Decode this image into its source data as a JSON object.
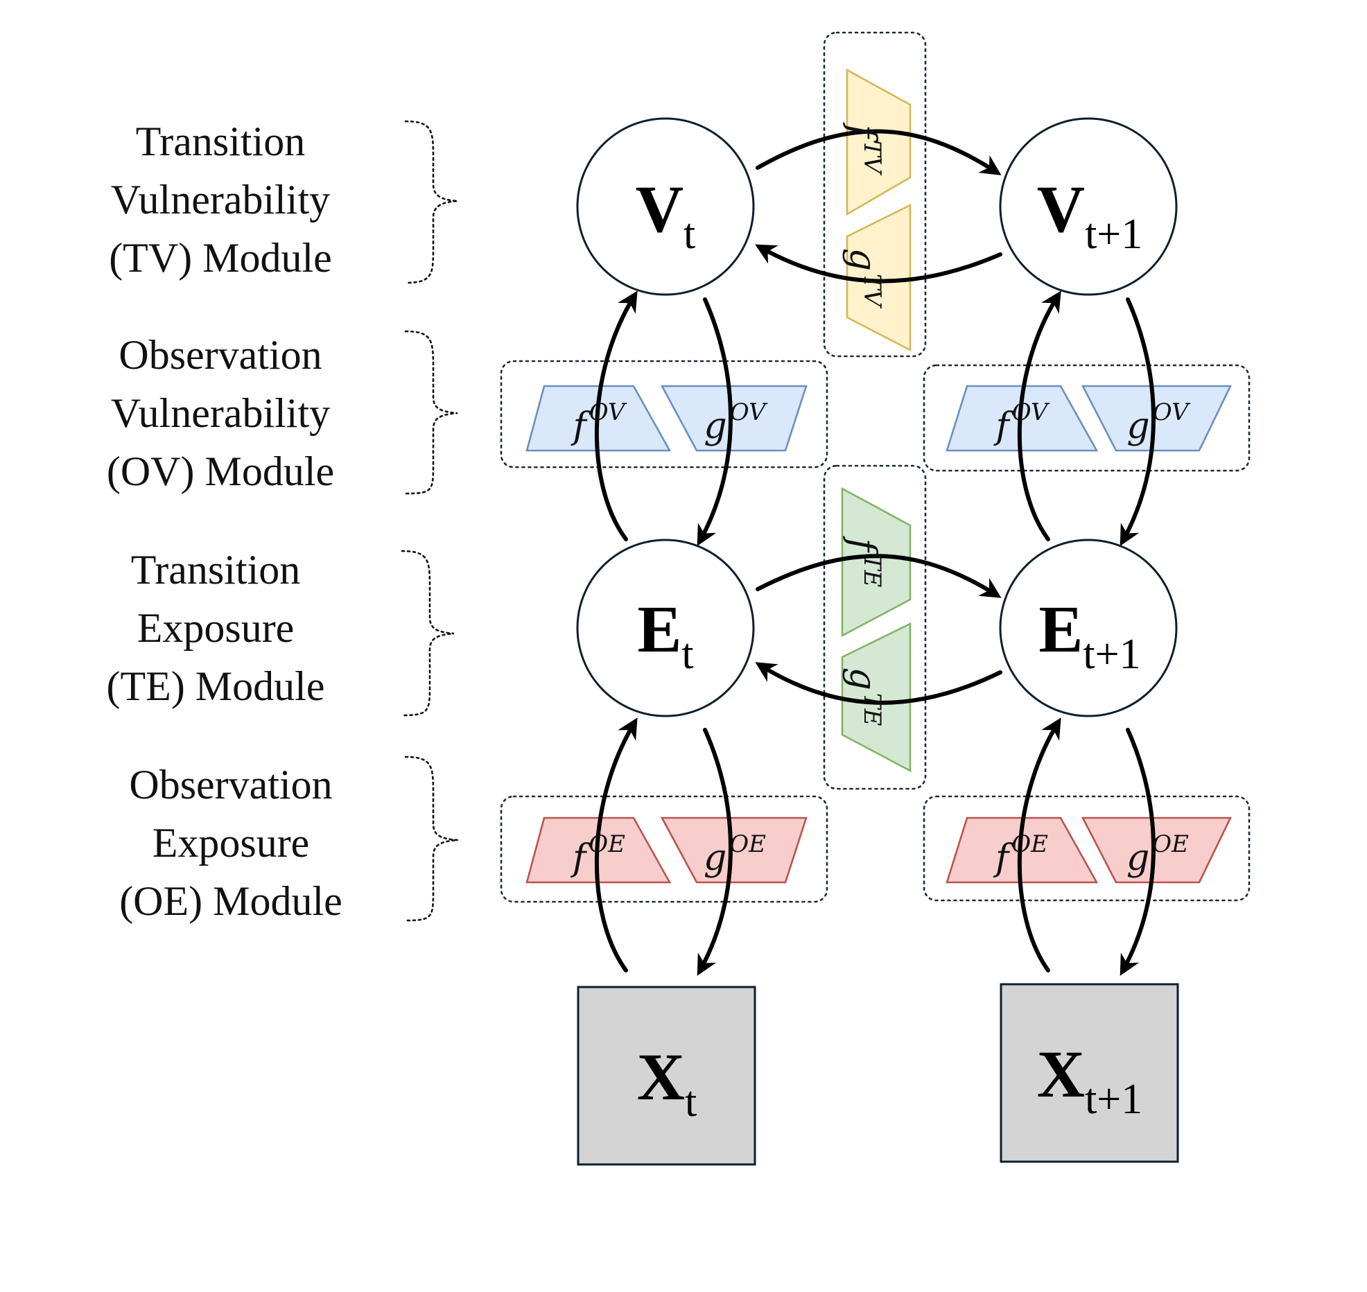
{
  "modules": [
    {
      "line1": "Transition",
      "line2": "Vulnerability",
      "line3": "(TV) Module"
    },
    {
      "line1": "Observation",
      "line2": "Vulnerability",
      "line3": "(OV) Module"
    },
    {
      "line1": "Transition",
      "line2": "Exposure",
      "line3": "(TE) Module"
    },
    {
      "line1": "Observation",
      "line2": "Exposure",
      "line3": "(OE) Module"
    }
  ],
  "nodes": {
    "v_t": {
      "main": "V",
      "sub": "t"
    },
    "v_t1": {
      "main": "V",
      "sub": "t+1"
    },
    "e_t": {
      "main": "E",
      "sub": "t"
    },
    "e_t1": {
      "main": "E",
      "sub": "t+1"
    },
    "x_t": {
      "main": "X",
      "sub": "t"
    },
    "x_t1": {
      "main": "X",
      "sub": "t+1"
    }
  },
  "functions": {
    "f_tv": {
      "base": "f",
      "sup": "TV"
    },
    "g_tv": {
      "base": "g",
      "sup": "TV"
    },
    "f_te": {
      "base": "f",
      "sup": "TE"
    },
    "g_te": {
      "base": "g",
      "sup": "TE"
    },
    "f_ov": {
      "base": "f",
      "sup": "OV"
    },
    "g_ov": {
      "base": "g",
      "sup": "OV"
    },
    "f_oe": {
      "base": "f",
      "sup": "OE"
    },
    "g_oe": {
      "base": "g",
      "sup": "OE"
    }
  },
  "colors": {
    "tv_fill": "#fff2cc",
    "tv_stroke": "#d6b656",
    "ov_fill": "#dae8fc",
    "ov_stroke": "#6c8ebf",
    "te_fill": "#d5e8d4",
    "te_stroke": "#82b366",
    "oe_fill": "#f8cecc",
    "oe_stroke": "#b85450",
    "node_stroke": "#0d1f2d",
    "x_fill": "#d4d4d4"
  }
}
